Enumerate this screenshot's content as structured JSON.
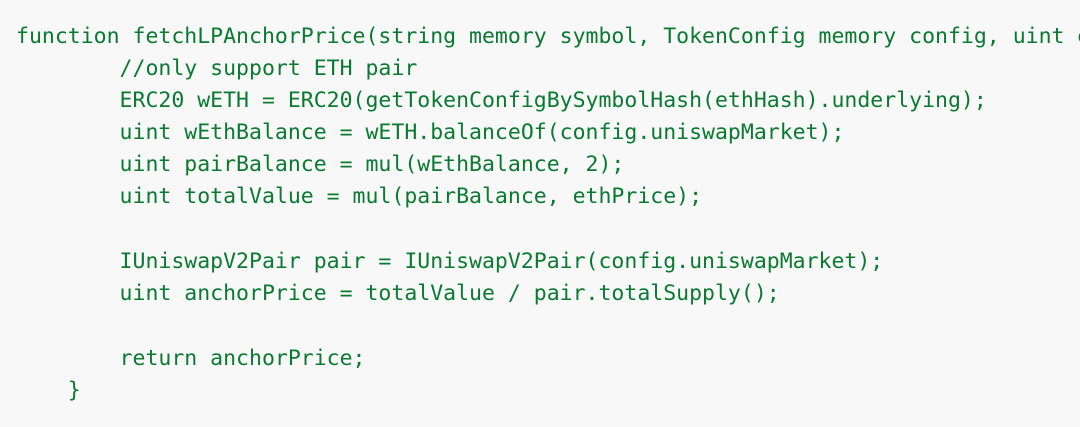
{
  "code": {
    "lines": [
      "function fetchLPAnchorPrice(string memory symbol, TokenConfig memory config, uint ethPrice) internal view returns (uint) {",
      "        //only support ETH pair",
      "        ERC20 wETH = ERC20(getTokenConfigBySymbolHash(ethHash).underlying);",
      "        uint wEthBalance = wETH.balanceOf(config.uniswapMarket);",
      "        uint pairBalance = mul(wEthBalance, 2);",
      "        uint totalValue = mul(pairBalance, ethPrice);",
      "",
      "        IUniswapV2Pair pair = IUniswapV2Pair(config.uniswapMarket);",
      "        uint anchorPrice = totalValue / pair.totalSupply();",
      "",
      "        return anchorPrice;",
      "    }"
    ]
  },
  "colors": {
    "background": "#f8f8f8",
    "code_text": "#0a7a31"
  }
}
